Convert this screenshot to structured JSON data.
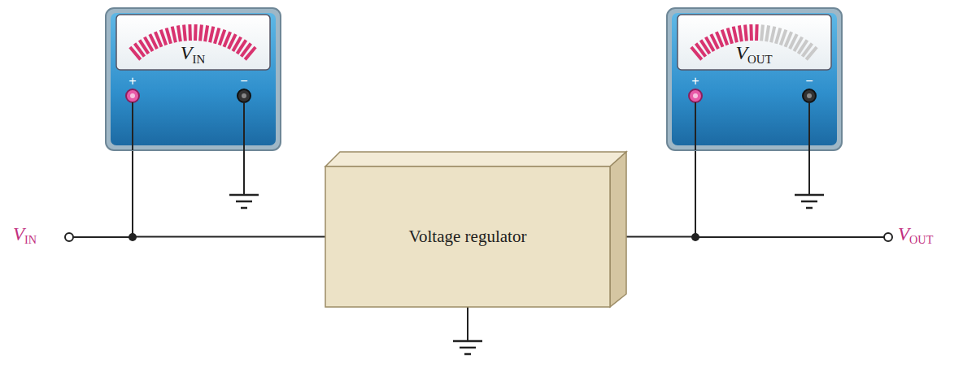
{
  "diagram": {
    "nodes": [
      {
        "text": [
          "VIN",
          "+",
          "−"
        ]
      },
      {
        "text": [
          "Voltage regulator"
        ]
      },
      {
        "text": [
          "VOUT",
          "+",
          "−"
        ]
      }
    ],
    "edges": [
      {
        "from": 0,
        "to": 1,
        "arrow": "none"
      },
      {
        "from": 1,
        "to": 2,
        "arrow": "none"
      }
    ],
    "labels": [
      "VIN",
      "VOUT"
    ]
  }
}
